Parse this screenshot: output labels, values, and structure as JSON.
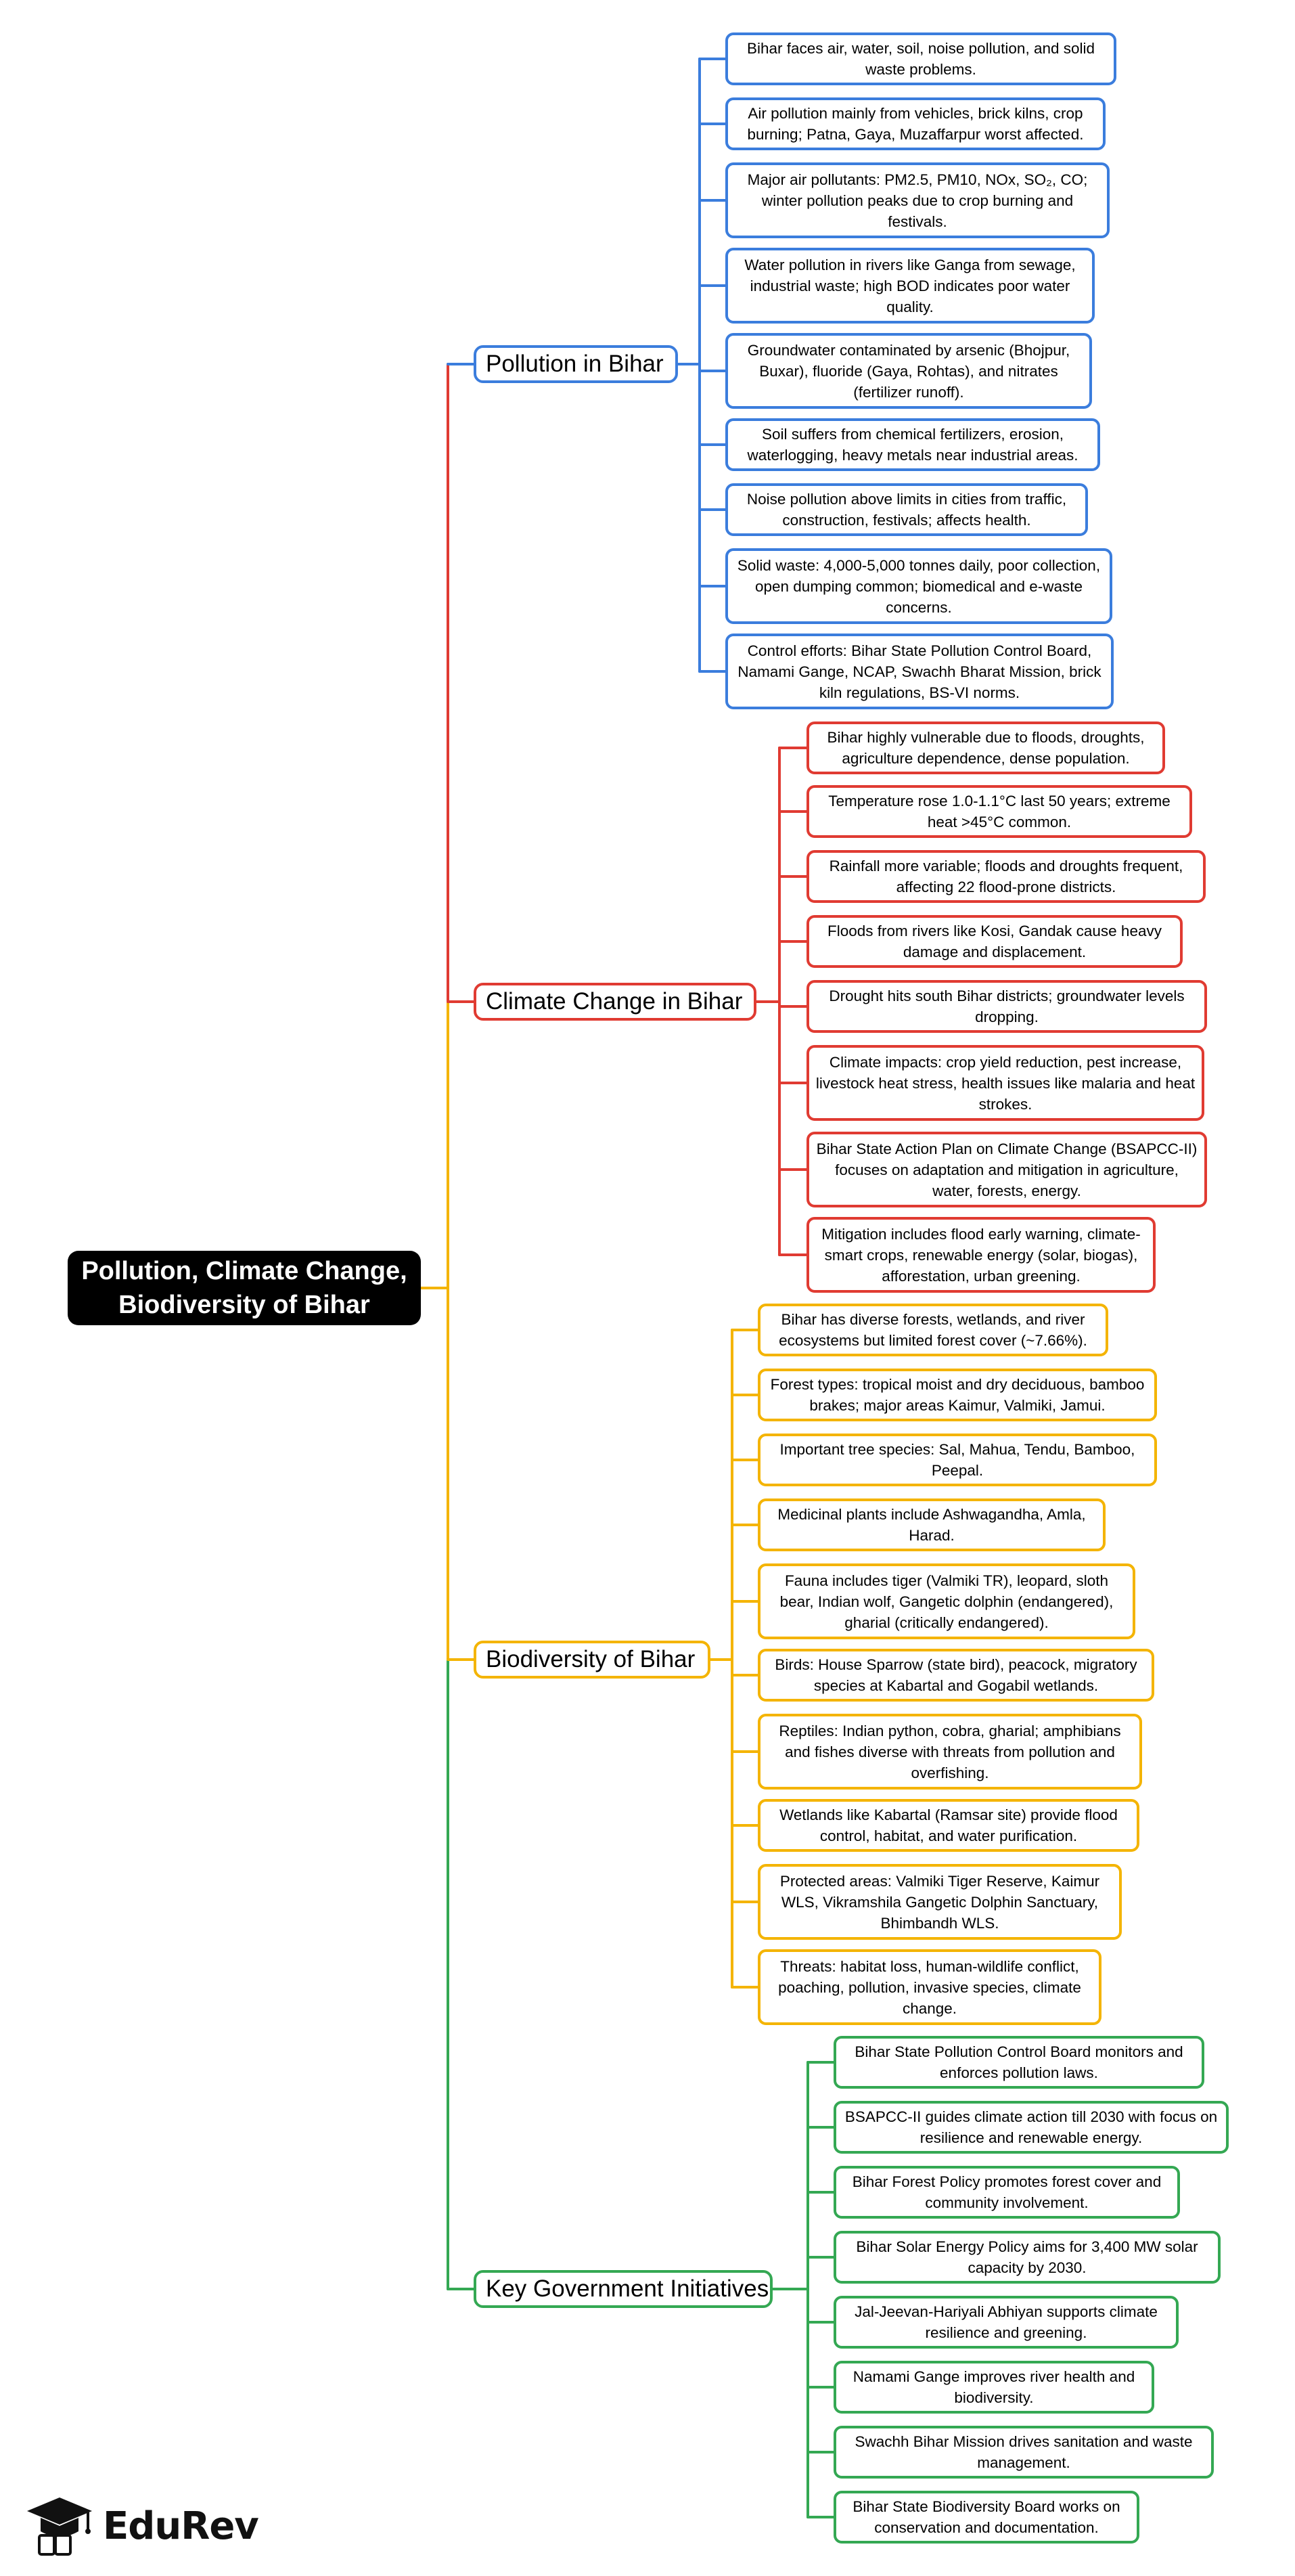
{
  "root": {
    "line1": "Pollution, Climate Change,",
    "line2": "Biodiversity of Bihar"
  },
  "branches": [
    {
      "label": "Pollution in Bihar",
      "color": "#3b7ddd",
      "items": [
        "Bihar faces air, water, soil, noise pollution, and solid waste problems.",
        "Air pollution mainly from vehicles, brick kilns, crop burning; Patna, Gaya, Muzaffarpur worst affected.",
        "Major air pollutants: PM2.5, PM10, NOx, SO₂, CO; winter pollution peaks due to crop burning and festivals.",
        "Water pollution in rivers like Ganga from sewage, industrial waste; high BOD indicates poor water quality.",
        "Groundwater contaminated by arsenic (Bhojpur, Buxar), fluoride (Gaya, Rohtas), and nitrates (fertilizer runoff).",
        "Soil suffers from chemical fertilizers, erosion, waterlogging, heavy metals near industrial areas.",
        "Noise pollution above limits in cities from traffic, construction, festivals; affects health.",
        "Solid waste: 4,000-5,000 tonnes daily, poor collection, open dumping common; biomedical and e-waste concerns.",
        "Control efforts: Bihar State Pollution Control Board, Namami Gange, NCAP, Swachh Bharat Mission, brick kiln regulations, BS-VI norms."
      ]
    },
    {
      "label": "Climate Change in Bihar",
      "color": "#e03b32",
      "items": [
        "Bihar highly vulnerable due to floods, droughts, agriculture dependence, dense population.",
        "Temperature rose 1.0-1.1°C last 50 years; extreme heat >45°C common.",
        "Rainfall more variable; floods and droughts frequent, affecting 22 flood-prone districts.",
        "Floods from rivers like Kosi, Gandak cause heavy damage and displacement.",
        "Drought hits south Bihar districts; groundwater levels dropping.",
        "Climate impacts: crop yield reduction, pest increase, livestock heat stress, health issues like malaria and heat strokes.",
        "Bihar State Action Plan on Climate Change (BSAPCC-II) focuses on adaptation and mitigation in agriculture, water, forests, energy.",
        "Mitigation includes flood early warning, climate-smart crops, renewable energy (solar, biogas), afforestation, urban greening."
      ]
    },
    {
      "label": "Biodiversity of Bihar",
      "color": "#f4b400",
      "items": [
        "Bihar has diverse forests, wetlands, and river ecosystems but limited forest cover (~7.66%).",
        "Forest types: tropical moist and dry deciduous, bamboo brakes; major areas Kaimur, Valmiki, Jamui.",
        "Important tree species: Sal, Mahua, Tendu, Bamboo, Peepal.",
        "Medicinal plants include Ashwagandha, Amla, Harad.",
        "Fauna includes tiger (Valmiki TR), leopard, sloth bear, Indian wolf, Gangetic dolphin (endangered), gharial (critically endangered).",
        "Birds: House Sparrow (state bird), peacock, migratory species at Kabartal and Gogabil wetlands.",
        "Reptiles: Indian python, cobra, gharial; amphibians and fishes diverse with threats from pollution and overfishing.",
        "Wetlands like Kabartal (Ramsar site) provide flood control, habitat, and water purification.",
        "Protected areas: Valmiki Tiger Reserve, Kaimur WLS, Vikramshila Gangetic Dolphin Sanctuary, Bhimbandh WLS.",
        "Threats: habitat loss, human-wildlife conflict, poaching, pollution, invasive species, climate change."
      ]
    },
    {
      "label": "Key Government Initiatives",
      "color": "#34a853",
      "items": [
        "Bihar State Pollution Control Board monitors and enforces pollution laws.",
        "BSAPCC-II guides climate action till 2030 with focus on resilience and renewable energy.",
        "Bihar Forest Policy promotes forest cover and community involvement.",
        "Bihar Solar Energy Policy aims for 3,400 MW solar capacity by 2030.",
        "Jal-Jeevan-Hariyali Abhiyan supports climate resilience and greening.",
        "Namami Gange improves river health and biodiversity.",
        "Swachh Bihar Mission drives sanitation and waste management.",
        "Bihar State Biodiversity Board works on conservation and documentation."
      ]
    }
  ],
  "brand": {
    "name": "EduRev",
    "logo_icon": "graduation-cap-icon"
  }
}
